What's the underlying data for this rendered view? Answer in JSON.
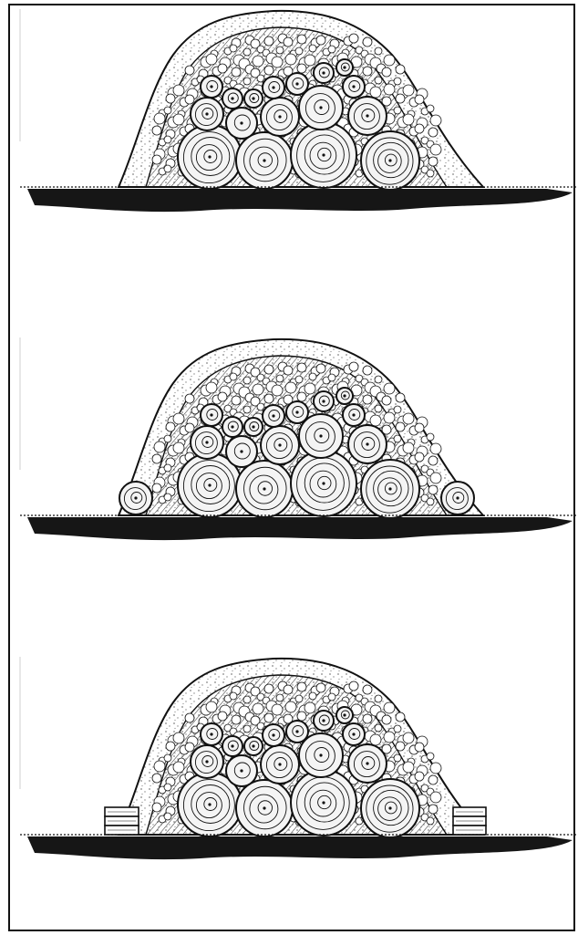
{
  "figure": {
    "panels": [
      {
        "id": "mound-plain",
        "side_logs": "none",
        "icon": "hugelkultur-mound-icon"
      },
      {
        "id": "mound-log-edges",
        "side_logs": "single-log",
        "icon": "hugelkultur-mound-with-log-edge-icon"
      },
      {
        "id": "mound-stacked-edges",
        "side_logs": "stacked-boards",
        "icon": "hugelkultur-mound-with-board-edge-icon"
      }
    ],
    "colors": {
      "ink": "#111111",
      "paper": "#ffffff",
      "soil": "#161616",
      "log_face": "#f4f4f4",
      "hatch": "#3a3a3a"
    }
  }
}
